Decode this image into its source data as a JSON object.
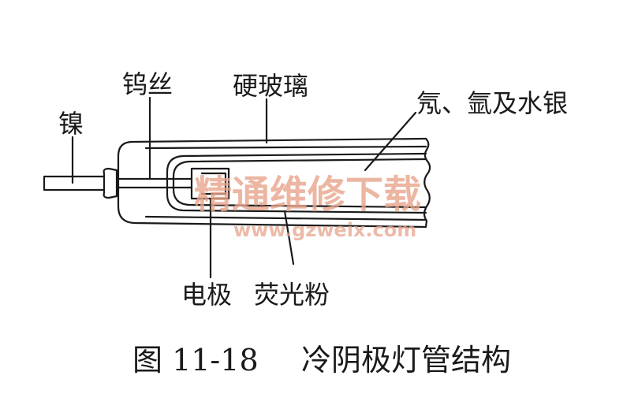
{
  "labels": {
    "nickel": "镍",
    "tungsten_wire": "钨丝",
    "hard_glass": "硬玻璃",
    "gas_mercury": "氖、氩及水银",
    "electrode": "电极",
    "phosphor": "荧光粉"
  },
  "caption": {
    "figure_number": "图 11-18",
    "title": "冷阴极灯管结构"
  },
  "watermark": {
    "text": "精通维修下载",
    "url": "www.gzweix.com"
  }
}
